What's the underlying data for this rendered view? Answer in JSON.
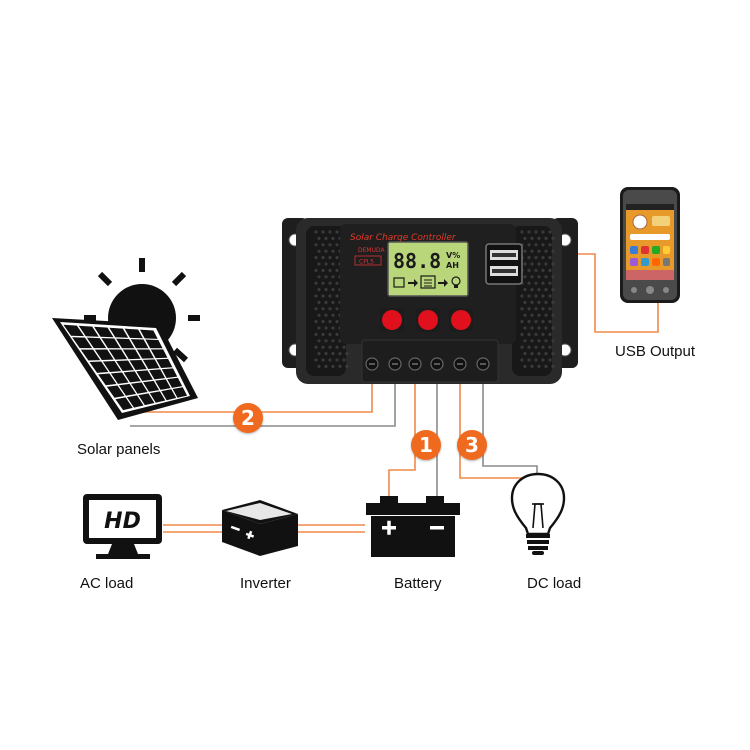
{
  "colors": {
    "wire_orange": "#ef8a4a",
    "wire_gray": "#8a8a8a",
    "step_badge": "#ef6a1f",
    "controller_body": "#2a2a2a",
    "lcd": "#b9d67a",
    "button": "#e0101c"
  },
  "controller": {
    "title": "Solar Charge Controller",
    "brand": "DEMUDA",
    "model": "CPL5",
    "lcd_digits": "88.8",
    "lcd_unit_top": "V%",
    "lcd_unit_bottom": "AH"
  },
  "labels": {
    "solar_panels": "Solar panels",
    "usb_output": "USB Output",
    "ac_load": "AC load",
    "inverter": "Inverter",
    "battery": "Battery",
    "dc_load": "DC load",
    "hd": "HD"
  },
  "steps": [
    {
      "number": "1",
      "target": "battery"
    },
    {
      "number": "2",
      "target": "solar-panels"
    },
    {
      "number": "3",
      "target": "dc-load"
    }
  ]
}
